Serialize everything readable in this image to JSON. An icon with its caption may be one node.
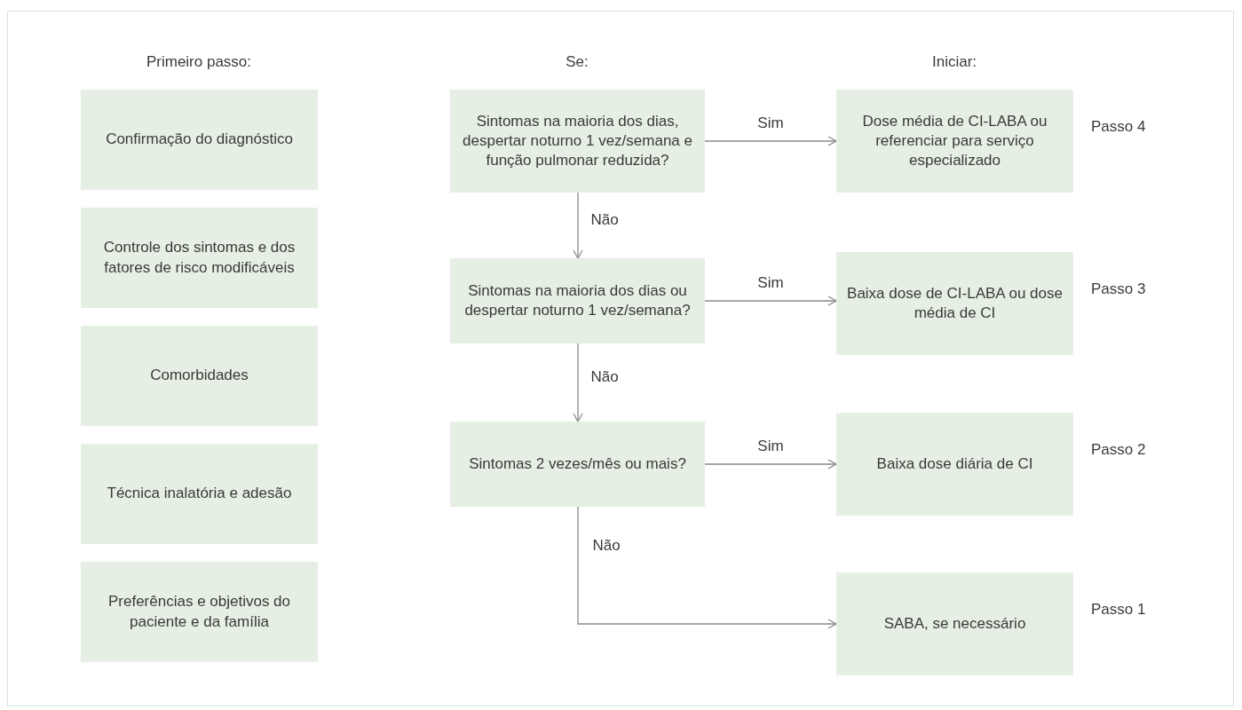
{
  "diagram": {
    "nodes": [
      {
        "text": [
          "Confirmação do diagnóstico"
        ]
      },
      {
        "text": [
          "Controle dos sintomas e dos fatores de risco modificáveis"
        ]
      },
      {
        "text": [
          "Comorbidades"
        ]
      },
      {
        "text": [
          "Técnica inalatória e adesão"
        ]
      },
      {
        "text": [
          "Preferências e objetivos do paciente e da família"
        ]
      },
      {
        "text": [
          "Sintomas na maioria dos dias, despertar noturno 1 vez/semana e função pulmonar reduzida?"
        ]
      },
      {
        "text": [
          "Dose média de CI-LABA ou referenciar para serviço especializado"
        ],
        "beside": [
          "Passo 4"
        ]
      },
      {
        "text": [
          "Sintomas na maioria dos dias ou despertar noturno 1 vez/semana?"
        ]
      },
      {
        "text": [
          "Baixa dose de CI-LABA ou dose média de CI"
        ],
        "beside": [
          "Passo 3"
        ]
      },
      {
        "text": [
          "Sintomas 2 vezes/mês ou mais?"
        ]
      },
      {
        "text": [
          "Baixa dose diária de CI"
        ],
        "beside": [
          "Passo 2"
        ]
      },
      {
        "text": [
          "SABA, se necessário"
        ],
        "beside": [
          "Passo 1"
        ]
      }
    ],
    "edges": [
      {
        "from": 5,
        "to": 6,
        "arrow": "to",
        "label": "Sim"
      },
      {
        "from": 5,
        "to": 7,
        "arrow": "to",
        "label": "Não"
      },
      {
        "from": 7,
        "to": 8,
        "arrow": "to",
        "label": "Sim"
      },
      {
        "from": 7,
        "to": 9,
        "arrow": "to",
        "label": "Não"
      },
      {
        "from": 9,
        "to": 10,
        "arrow": "to",
        "label": "Sim"
      },
      {
        "from": 9,
        "to": 11,
        "arrow": "to",
        "label": "Não"
      }
    ],
    "labels": [
      "Primeiro passo:",
      "Se:",
      "Iniciar:"
    ]
  }
}
